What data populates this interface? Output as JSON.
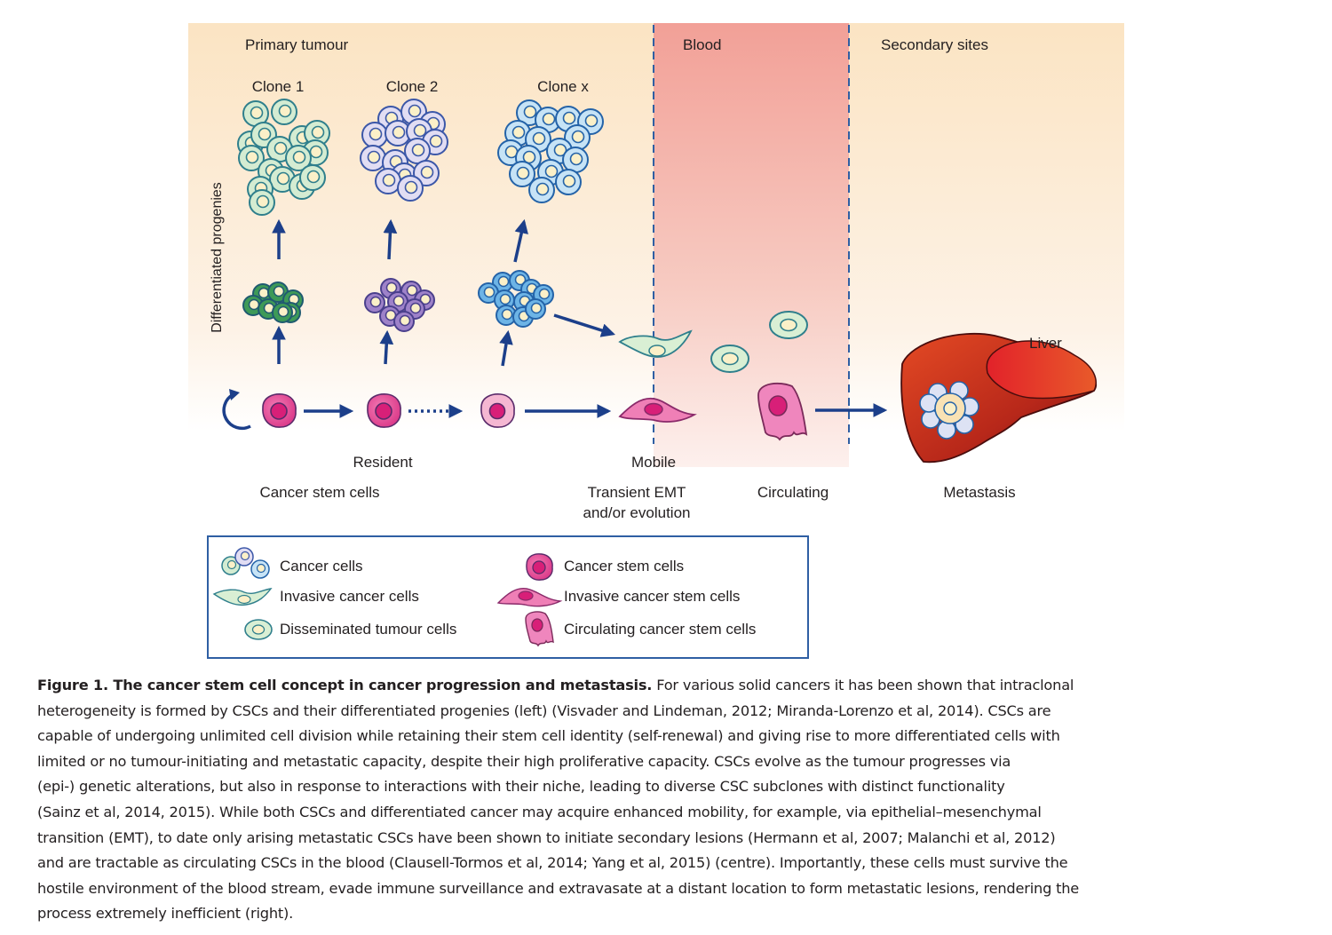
{
  "figure": {
    "zones": {
      "primary": "Primary tumour",
      "blood": "Blood",
      "secondary": "Secondary sites"
    },
    "clones": [
      "Clone 1",
      "Clone 2",
      "Clone x"
    ],
    "vertical_label": "Differentiated progenies",
    "organ_label": "Liver",
    "stage_labels": {
      "resident": "Resident",
      "mobile": "Mobile",
      "cancer_stem_cells": "Cancer stem cells",
      "transient_emt_1": "Transient EMT",
      "transient_emt_2": "and/or evolution",
      "circulating": "Circulating",
      "metastasis": "Metastasis"
    },
    "colors": {
      "arrow": "#1c3f8a",
      "zone_bg_top": "#fbe6c6",
      "blood_bg_top": "#f2a39a",
      "stem_cell": "#e0428f",
      "liver": "#c9301f"
    }
  },
  "legend": {
    "items": [
      {
        "icon": "cancer-cells-icon",
        "label": "Cancer cells"
      },
      {
        "icon": "invasive-cancer-cells-icon",
        "label": "Invasive cancer cells"
      },
      {
        "icon": "disseminated-tumour-cells-icon",
        "label": "Disseminated tumour cells"
      },
      {
        "icon": "cancer-stem-cells-icon",
        "label": "Cancer stem cells"
      },
      {
        "icon": "invasive-cancer-stem-cells-icon",
        "label": "Invasive cancer stem cells"
      },
      {
        "icon": "circulating-cancer-stem-cells-icon",
        "label": "Circulating cancer stem cells"
      }
    ]
  },
  "caption": {
    "title": "Figure 1. The cancer stem cell concept in cancer progression and metastasis.",
    "lines": [
      " For various solid cancers it has been shown that intraclonal",
      "heterogeneity is formed by CSCs and their differentiated progenies (left) (Visvader and Lindeman, 2012; Miranda-Lorenzo et al, 2014). CSCs are",
      "capable of undergoing unlimited cell division while retaining their stem cell identity (self-renewal) and giving rise to more differentiated cells with",
      "limited or no tumour-initiating and metastatic capacity, despite their high proliferative capacity. CSCs evolve as the tumour progresses via",
      "(epi-) genetic alterations, but also in response to interactions with their niche, leading to diverse CSC subclones with distinct functionality",
      "(Sainz et al, 2014, 2015). While both CSCs and differentiated cancer may acquire enhanced mobility, for example, via epithelial–mesenchymal",
      "transition (EMT), to date only arising metastatic CSCs have been shown to initiate secondary lesions (Hermann et al, 2007; Malanchi et al, 2012)",
      "and are tractable as circulating CSCs in the blood (Clausell-Tormos et al, 2014; Yang et al, 2015) (centre). Importantly, these cells must survive the",
      "hostile environment of the blood stream, evade immune surveillance and extravasate at a distant location to form metastatic lesions, rendering the",
      "process extremely inefficient (right)."
    ]
  }
}
